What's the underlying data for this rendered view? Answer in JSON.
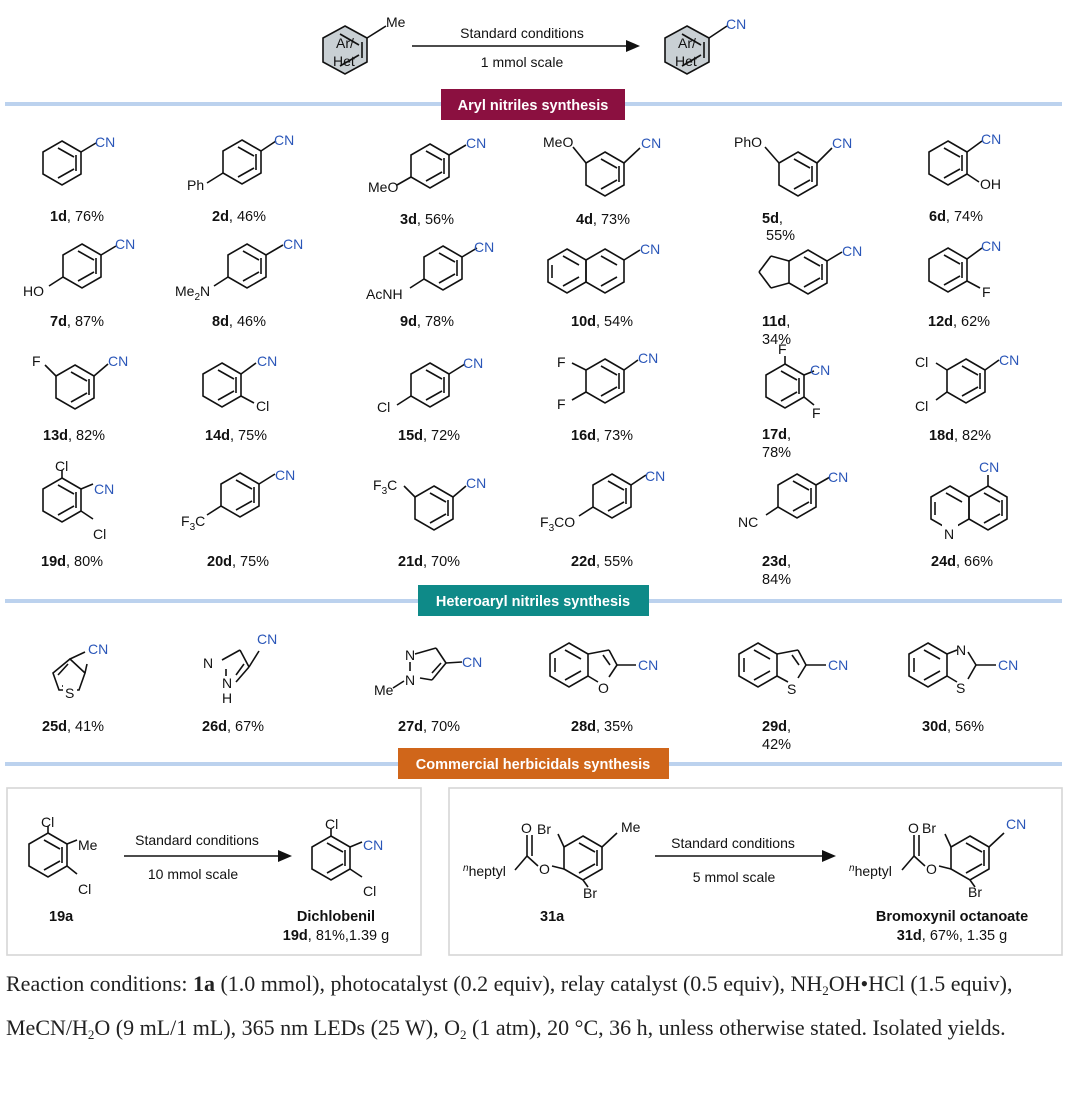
{
  "header": {
    "reactant_label": [
      "Ar/",
      "Het"
    ],
    "reactant_sub": "Me",
    "product_label": [
      "Ar/",
      "Het"
    ],
    "product_sub": "CN",
    "arrow_top": "Standard conditions",
    "arrow_bottom": "1 mmol scale"
  },
  "sections": [
    {
      "label": "Aryl nitriles synthesis",
      "color": "#8b1040"
    },
    {
      "label": "Heteroaryl nitriles synthesis",
      "color": "#0e8a88"
    },
    {
      "label": "Commercial herbicidals synthesis",
      "color": "#d0661a"
    }
  ],
  "compounds": [
    {
      "id": "1d",
      "yield": ", 76%",
      "subs": [
        "CN"
      ]
    },
    {
      "id": "2d",
      "yield": ", 46%",
      "subs": [
        "CN",
        "Ph"
      ]
    },
    {
      "id": "3d",
      "yield": ", 56%",
      "subs": [
        "CN",
        "MeO"
      ]
    },
    {
      "id": "4d",
      "yield": ", 73%",
      "subs": [
        "MeO",
        "CN"
      ]
    },
    {
      "id": "5d",
      "yield": ",",
      "yield2": "55%",
      "subs": [
        "PhO",
        "CN"
      ]
    },
    {
      "id": "6d",
      "yield": ", 74%",
      "subs": [
        "CN",
        "OH"
      ]
    },
    {
      "id": "7d",
      "yield": ", 87%",
      "subs": [
        "CN",
        "HO"
      ]
    },
    {
      "id": "8d",
      "yield": ", 46%",
      "subs": [
        "CN",
        "Me",
        "2",
        "N"
      ]
    },
    {
      "id": "9d",
      "yield": ", 78%",
      "subs": [
        "CN",
        "AcNH"
      ]
    },
    {
      "id": "10d",
      "yield": ", 54%",
      "subs": [
        "CN"
      ]
    },
    {
      "id": "11d",
      "yield": ",",
      "yield2": "34%",
      "subs": [
        "CN"
      ]
    },
    {
      "id": "12d",
      "yield": ", 62%",
      "subs": [
        "CN",
        "F"
      ]
    },
    {
      "id": "13d",
      "yield": ", 82%",
      "subs": [
        "F",
        "CN"
      ]
    },
    {
      "id": "14d",
      "yield": ", 75%",
      "subs": [
        "CN",
        "Cl"
      ]
    },
    {
      "id": "15d",
      "yield": ", 72%",
      "subs": [
        "CN",
        "Cl"
      ]
    },
    {
      "id": "16d",
      "yield": ", 73%",
      "subs": [
        "F",
        "F",
        "CN"
      ]
    },
    {
      "id": "17d",
      "yield": ",",
      "yield2": "78%",
      "subs": [
        "F",
        "CN",
        "F"
      ]
    },
    {
      "id": "18d",
      "yield": ", 82%",
      "subs": [
        "Cl",
        "Cl",
        "CN"
      ]
    },
    {
      "id": "19d",
      "yield": ", 80%",
      "subs": [
        "Cl",
        "CN",
        "Cl"
      ]
    },
    {
      "id": "20d",
      "yield": ", 75%",
      "subs": [
        "CN",
        "F",
        "3",
        "C"
      ]
    },
    {
      "id": "21d",
      "yield": ", 70%",
      "subs": [
        "F",
        "3",
        "C",
        "CN"
      ]
    },
    {
      "id": "22d",
      "yield": ", 55%",
      "subs": [
        "CN",
        "F",
        "3",
        "CO"
      ]
    },
    {
      "id": "23d",
      "yield": ",",
      "yield2": "84%",
      "subs": [
        "CN",
        "NC"
      ]
    },
    {
      "id": "24d",
      "yield": ", 66%",
      "subs": [
        "CN",
        "N"
      ]
    },
    {
      "id": "25d",
      "yield": ", 41%",
      "subs": [
        "CN",
        "S"
      ]
    },
    {
      "id": "26d",
      "yield": ", 67%",
      "subs": [
        "CN",
        "N",
        "N",
        "H"
      ]
    },
    {
      "id": "27d",
      "yield": ", 70%",
      "subs": [
        "N",
        "N",
        "CN",
        "Me"
      ]
    },
    {
      "id": "28d",
      "yield": ", 35%",
      "subs": [
        "O",
        "CN"
      ]
    },
    {
      "id": "29d",
      "yield": ",",
      "yield2": "42%",
      "subs": [
        "S",
        "CN"
      ]
    },
    {
      "id": "30d",
      "yield": ", 56%",
      "subs": [
        "N",
        "S",
        "CN"
      ]
    }
  ],
  "herbicide_left": {
    "reactant_id": "19a",
    "reactant_subs": [
      "Cl",
      "Me",
      "Cl"
    ],
    "arrow_top": "Standard conditions",
    "arrow_bottom": "10 mmol scale",
    "product_subs": [
      "Cl",
      "CN",
      "Cl"
    ],
    "product_name": "Dichlobenil",
    "product_id": "19d",
    "product_yield": ", 81%,1.39 g"
  },
  "herbicide_right": {
    "reactant_id": "31a",
    "reactant_subs": [
      "Br",
      "Me",
      "Br",
      "O",
      "n",
      "heptyl"
    ],
    "arrow_top": "Standard conditions",
    "arrow_bottom": "5 mmol scale",
    "product_subs": [
      "Br",
      "CN",
      "Br",
      "O",
      "n",
      "heptyl"
    ],
    "product_name": "Bromoxynil octanoate",
    "product_id": "31d",
    "product_yield": ", 67%, 1.35 g"
  },
  "footnote": {
    "t1": "Reaction conditions: ",
    "b1": "1a",
    "t2": " (1.0 mmol), photocatalyst (0.2 equiv), relay catalyst (0.5 equiv), NH",
    "s1": "2",
    "t3": "OH•HCl (1.5 equiv), MeCN/H",
    "s2": "2",
    "t4": "O (9 mL/1 mL), 365 nm LEDs (25 W), O",
    "s3": "2",
    "t5": " (1 atm), 20 °C, 36 h, unless otherwise stated. Isolated yields."
  },
  "colors": {
    "cn": "#2a56b8",
    "separator": "#bcd2ee",
    "box_border": "#d6d6d6",
    "ring_fill": "#c9d0d4"
  }
}
